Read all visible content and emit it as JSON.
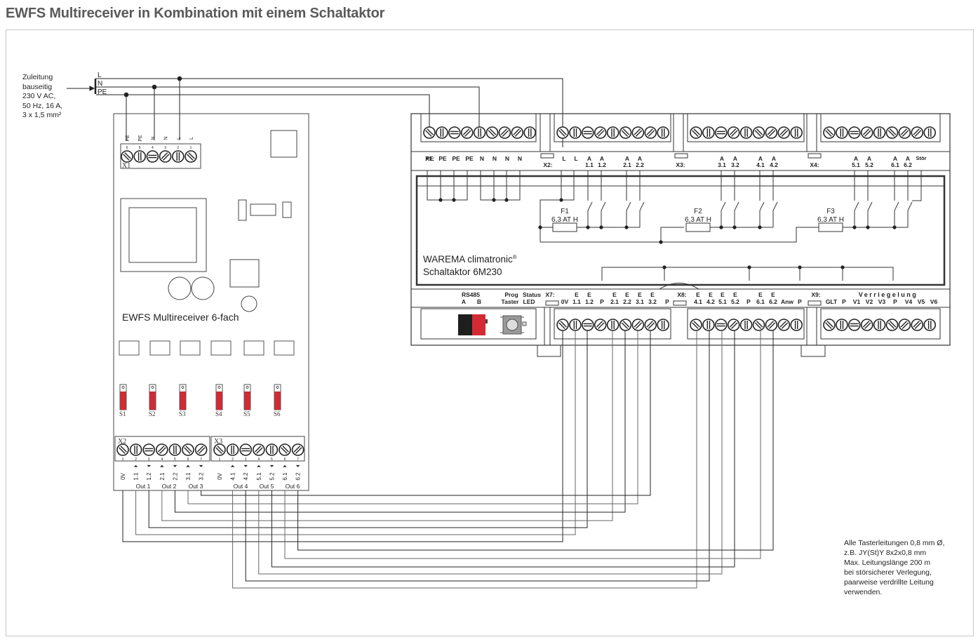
{
  "title": "EWFS Multireceiver in Kombination mit einem Schaltaktor",
  "supply": {
    "lines": [
      "Zuleitung",
      "bauseitig",
      "230 V AC,",
      "50 Hz, 16 A,",
      "3 x 1,5 mm²"
    ],
    "conductors": [
      "L",
      "N",
      "PE"
    ]
  },
  "receiver": {
    "name": "EWFS Multireceiver 6-fach",
    "x1": {
      "label": "X1",
      "terminals": [
        "PE",
        "PE",
        "N",
        "N",
        "L",
        "L"
      ],
      "numbers": [
        "6",
        "5",
        "4",
        "3",
        "2",
        "1"
      ]
    },
    "switches": [
      "S1",
      "S2",
      "S3",
      "S4",
      "S5",
      "S6"
    ],
    "x2": {
      "label": "X2",
      "numbers": [
        "1",
        "2",
        "3",
        "4",
        "5",
        "6",
        "7"
      ],
      "terminals": [
        "0V",
        "1.1",
        "1.2",
        "2.1",
        "2.2",
        "3.1",
        "3.2"
      ]
    },
    "x3": {
      "label": "X3",
      "numbers": [
        "1",
        "2",
        "3",
        "4",
        "5",
        "6",
        "7"
      ],
      "terminals": [
        "0V",
        "4.1",
        "4.2",
        "5.1",
        "5.2",
        "6.1",
        "6.2"
      ]
    },
    "outputs": [
      "Out 1",
      "Out 2",
      "Out 3",
      "Out 4",
      "Out 5",
      "Out 6"
    ]
  },
  "actuator": {
    "name_line1": "WAREMA climatronic",
    "registered": "®",
    "name_line2": "Schaltaktor 6M230",
    "top": {
      "x1": {
        "label": "X1:",
        "terminals": [
          "PE",
          "PE",
          "PE",
          "PE",
          "N",
          "N",
          "N",
          "N"
        ]
      },
      "x2": {
        "label": "X2:",
        "terminals": [
          [
            "",
            "L"
          ],
          [
            "",
            "L"
          ],
          [
            "A",
            "1.1"
          ],
          [
            "A",
            "1.2"
          ],
          [
            "A",
            "2.1"
          ],
          [
            "A",
            "2.2"
          ]
        ]
      },
      "x3": {
        "label": "X3:",
        "terminals": [
          [
            "A",
            "3.1"
          ],
          [
            "A",
            "3.2"
          ],
          [
            "A",
            "4.1"
          ],
          [
            "A",
            "4.2"
          ]
        ]
      },
      "x4": {
        "label": "X4:",
        "terminals": [
          [
            "A",
            "5.1"
          ],
          [
            "A",
            "5.2"
          ],
          [
            "A",
            "6.1"
          ],
          [
            "A",
            "6.2"
          ],
          [
            "Stör",
            ""
          ]
        ]
      }
    },
    "fuses": [
      {
        "name": "F1",
        "rating": "6,3 AT H"
      },
      {
        "name": "F2",
        "rating": "6,3 AT H"
      },
      {
        "name": "F3",
        "rating": "6,3 AT H"
      }
    ],
    "bottom": {
      "rs485": {
        "label": "RS485",
        "a": "A",
        "b": "B"
      },
      "prog": {
        "line1": "Prog",
        "line2": "Taster"
      },
      "status": {
        "line1": "Status",
        "line2": "LED"
      },
      "x7": {
        "label": "X7:",
        "terminals": [
          [
            "",
            "0V"
          ],
          [
            "E",
            "1.1"
          ],
          [
            "E",
            "1.2"
          ],
          [
            "",
            "P"
          ],
          [
            "E",
            "2.1"
          ],
          [
            "E",
            "2.2"
          ],
          [
            "E",
            "3.1"
          ],
          [
            "E",
            "3.2"
          ],
          [
            "",
            "P"
          ]
        ]
      },
      "x8": {
        "label": "X8:",
        "terminals": [
          [
            "E",
            "4.1"
          ],
          [
            "E",
            "4.2"
          ],
          [
            "E",
            "5.1"
          ],
          [
            "E",
            "5.2"
          ],
          [
            "",
            "P"
          ],
          [
            "E",
            "6.1"
          ],
          [
            "E",
            "6.2"
          ],
          [
            "",
            "Anw"
          ],
          [
            "",
            "P"
          ]
        ]
      },
      "x9": {
        "label": "X9:",
        "group": "Verriegelung",
        "terminals": [
          "GLT",
          "P",
          "V1",
          "V2",
          "V3",
          "P",
          "V4",
          "V5",
          "V6"
        ]
      }
    }
  },
  "note": "Alle Tasterleitungen 0,8 mm Ø,\nz.B. JY(St)Y 8x2x0,8 mm\nMax. Leitungslänge 200 m\nbei störsicherer Verlegung,\npaarweise verdrillte Leitung\nverwenden.",
  "colors": {
    "switch_red": "#d42a33",
    "title_gray": "#5a5a5a",
    "line": "#222222"
  }
}
